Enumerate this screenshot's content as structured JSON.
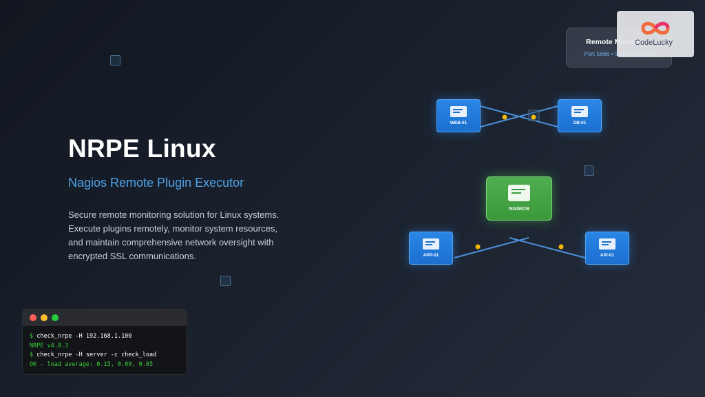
{
  "hero": {
    "title": "NRPE Linux",
    "subtitle": "Nagios Remote Plugin Executor",
    "description_lines": [
      "Secure remote monitoring solution for Linux systems.",
      "Execute plugins remotely, monitor system resources,",
      "and maintain comprehensive network oversight with",
      "encrypted SSL communications."
    ]
  },
  "terminal": {
    "lines": [
      {
        "kind": "cmd",
        "prompt": "$",
        "text": "check_nrpe -H 192.168.1.100"
      },
      {
        "kind": "out",
        "text": "NRPE v4.0.3"
      },
      {
        "kind": "cmd",
        "prompt": "$",
        "text": "check_nrpe -H server -c check_load"
      },
      {
        "kind": "out",
        "text": "OK - load average: 0.15, 0.09, 0.05"
      }
    ],
    "dot_colors": [
      "#ff5f56",
      "#ffbd2e",
      "#27c93f"
    ]
  },
  "info_card": {
    "title": "Remote Monitoring",
    "subtitle": "Port 5666 • SSL Encrypted"
  },
  "logo": {
    "text": "CodeLucky"
  },
  "network": {
    "central": "NAGIOS",
    "nodes": [
      "WEB-01",
      "DB-01",
      "APP-01",
      "API-01"
    ]
  },
  "colors": {
    "accent_blue": "#4fa3e8",
    "node_blue": "#1b6fcf",
    "nagios_green": "#3a9a3a",
    "terminal_green": "#3bd13b",
    "signal_dot": "#f5b800"
  }
}
